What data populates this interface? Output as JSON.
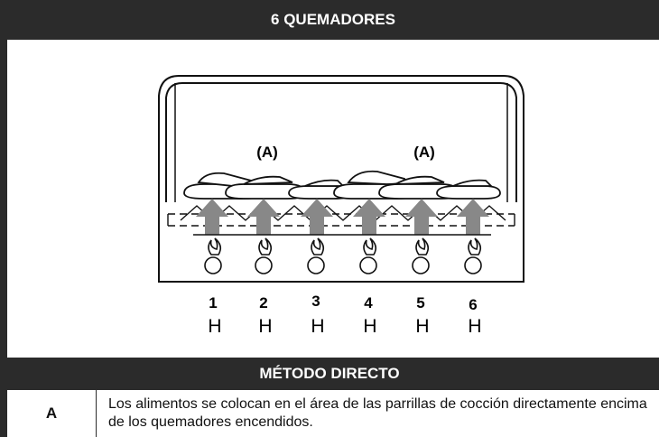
{
  "header": {
    "title": "6 QUEMADORES"
  },
  "diagram": {
    "zone_labels": [
      "(A)",
      "(A)"
    ],
    "burners": [
      {
        "number": "1",
        "setting": "H"
      },
      {
        "number": "2",
        "setting": "H"
      },
      {
        "number": "3",
        "setting": "H"
      },
      {
        "number": "4",
        "setting": "H"
      },
      {
        "number": "5",
        "setting": "H"
      },
      {
        "number": "6",
        "setting": "H"
      }
    ]
  },
  "method": {
    "title": "MÉTODO DIRECTO",
    "rows": [
      {
        "key": "A",
        "text": "Los alimentos se colocan en el área de las parrillas de cocción directamente encima de los quemadores encendidos."
      }
    ]
  }
}
